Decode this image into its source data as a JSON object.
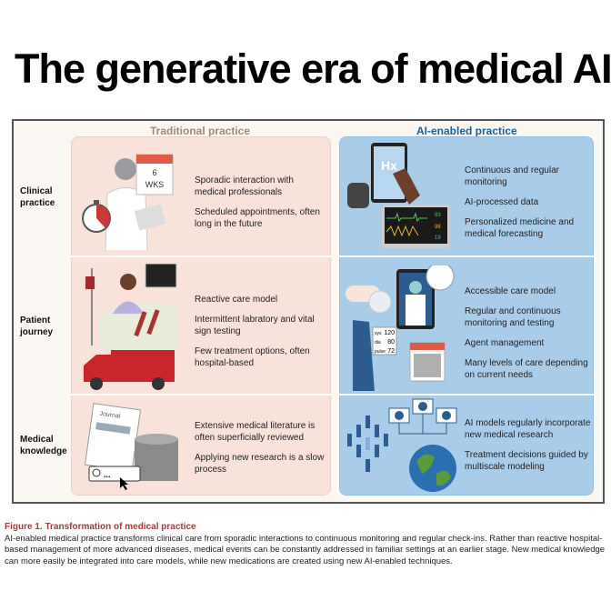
{
  "title": "The generative era of medical AI",
  "columns": {
    "traditional": "Traditional practice",
    "ai": "AI-enabled practice"
  },
  "rows": [
    {
      "label": [
        "Clinical",
        "practice"
      ],
      "traditional": [
        "Sporadic interaction with medical professionals",
        "Scheduled appointments, often long in the future"
      ],
      "ai": [
        "Continuous and regular monitoring",
        "AI-processed data",
        "Personalized medicine and medical forecasting"
      ]
    },
    {
      "label": [
        "Patient",
        "journey"
      ],
      "traditional": [
        "Reactive care model",
        "Intermittent labratory and vital sign testing",
        "Few treatment options, often hospital-based"
      ],
      "ai": [
        "Accessible care model",
        "Regular and continuous monitoring and testing",
        "Agent management",
        "Many levels of care depending on current needs"
      ]
    },
    {
      "label": [
        "Medical",
        "knowledge"
      ],
      "traditional": [
        "Extensive medical literature is often superficially reviewed",
        "Applying new research is a slow process"
      ],
      "ai": [
        "AI models regularly incorporate new medical research",
        "Treatment decisions guided by multiscale modeling"
      ]
    }
  ],
  "illustration_text": {
    "calendar_num": "6",
    "calendar_unit": "WKS",
    "tablet": "Hx",
    "monitor_vals": [
      "83",
      "98",
      "19"
    ],
    "bp": [
      [
        "sys",
        "120"
      ],
      [
        "dia",
        "80"
      ],
      [
        "pulse",
        "72"
      ]
    ],
    "journal": "Journal",
    "search": "..."
  },
  "caption": {
    "title": "Figure 1.  Transformation of medical practice",
    "body": "AI-enabled medical practice transforms clinical care from sporadic interactions to continuous monitoring and regular check-ins. Rather than reactive hospital-based management of more advanced diseases, medical events can be constantly addressed in familiar settings at an earlier stage. New medical knowledge can more easily be integrated into care models, while new medications are created using new AI-enabled techniques."
  },
  "colors": {
    "traditional_bg": "#f9e2da",
    "ai_bg": "#a9cde8",
    "caption_title": "#b0343a",
    "ai_header": "#1d5f93"
  }
}
